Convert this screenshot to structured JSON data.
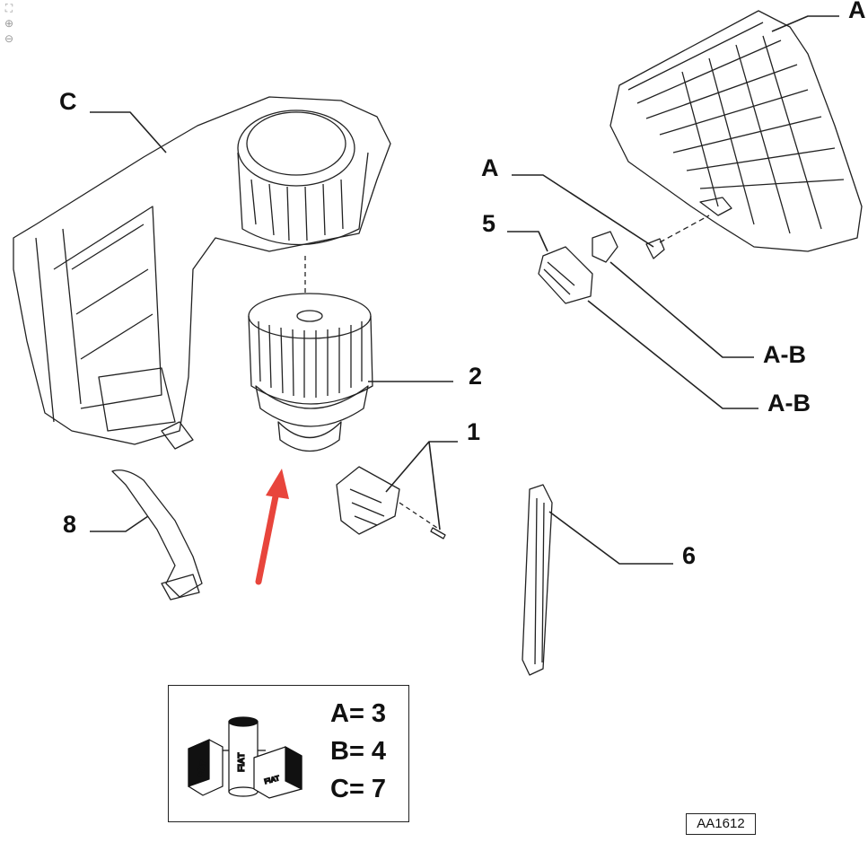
{
  "toolbar": {
    "tools": [
      {
        "name": "fit-page",
        "glyph": "⛶"
      },
      {
        "name": "zoom-in",
        "glyph": "⊕"
      },
      {
        "name": "zoom-out",
        "glyph": "⊖"
      }
    ]
  },
  "callouts": {
    "A_top": "A",
    "C": "C",
    "A_mid": "A",
    "5": "5",
    "2": "2",
    "1": "1",
    "AB_1": "A-B",
    "AB_2": "A-B",
    "8": "8",
    "6": "6"
  },
  "legend": {
    "lines": [
      "A= 3",
      "B= 4",
      "C= 7"
    ],
    "logo_text": "FIAT"
  },
  "reference_code": "AA1612",
  "colors": {
    "line": "#222222",
    "arrow": "#e8453c"
  }
}
